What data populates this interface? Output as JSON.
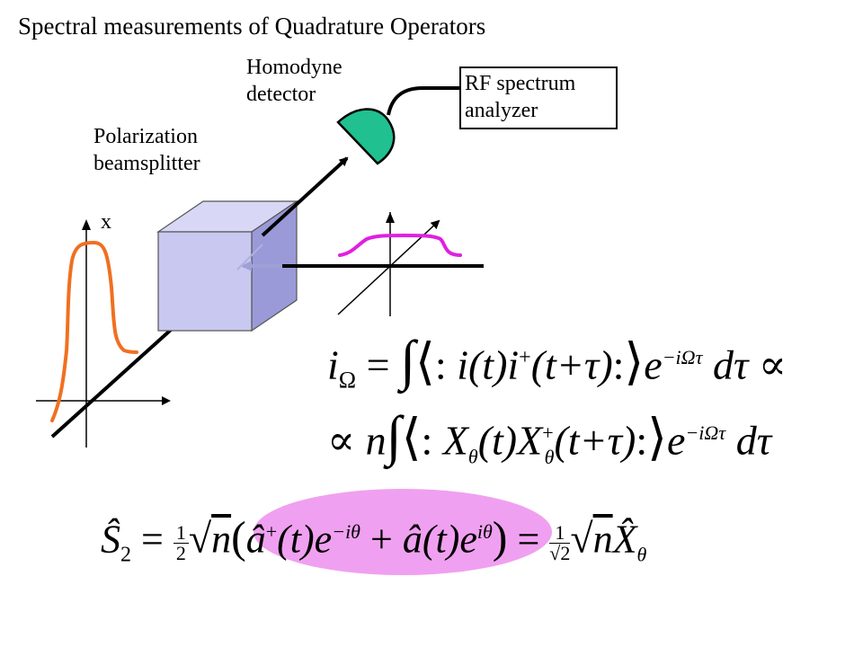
{
  "title": "Spectral measurements of Quadrature Operators",
  "labels": {
    "homodyne_line1": "Homodyne",
    "homodyne_line2": "detector",
    "polarization_line1": "Polarization",
    "polarization_line2": "beamsplitter",
    "rf_line1": "RF spectrum",
    "rf_line2": "analyzer",
    "axis_x": "x"
  },
  "colors": {
    "orange_curve": "#f07020",
    "magenta_curve": "#e020e0",
    "cube_face": "#c8c8f0",
    "cube_side": "#9a9ad8",
    "detector": "#20c090",
    "ellipse": "#f0a0f0"
  },
  "equations": {
    "eq1": {
      "lhs_i": "i",
      "lhs_sub": "Ω",
      "eq": "=",
      "integral": "∫",
      "bracket_open": "⟨",
      "colon1": ":",
      "i_t": "i(t)",
      "i_plus": "i",
      "plus_sup": "+",
      "t_tau": "(t+τ)",
      "colon2": ":",
      "bracket_close": "⟩",
      "e": "e",
      "exp": "−iΩτ",
      "dtau": "dτ",
      "prop": "∝"
    },
    "eq2": {
      "prop": "∝",
      "n": "n",
      "integral": "∫",
      "bracket_open": "⟨",
      "colon1": ":",
      "X": "X",
      "theta": "θ",
      "t": "(t)",
      "X2": "X",
      "plus_sup": "+",
      "theta2": "θ",
      "t_tau": "(t+τ)",
      "colon2": ":",
      "bracket_close": "⟩",
      "e": "e",
      "exp": "−iΩτ",
      "dtau": "dτ"
    },
    "eq3": {
      "S": "Ŝ",
      "S_sub": "2",
      "eq": "=",
      "half_num": "1",
      "half_den": "2",
      "n": "n",
      "open": "(",
      "a_hat": "â",
      "plus_sup": "+",
      "t1": "(t)e",
      "exp1": "−iθ",
      "plus": "+",
      "a_hat2": "â",
      "t2": "(t)e",
      "exp2": "iθ",
      "close": ")",
      "eq2": "=",
      "frac_num": "1",
      "frac_den": "√2",
      "n2": "n",
      "X": "X̂",
      "X_sub": "θ"
    }
  }
}
